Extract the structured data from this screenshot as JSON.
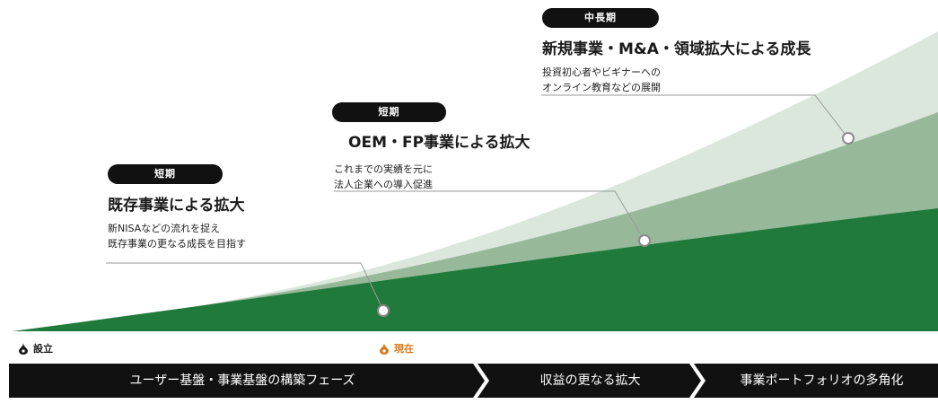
{
  "milestones": [
    {
      "badge": "短期",
      "heading": "既存事業による拡大",
      "desc_line1": "新NISAなどの流れを捉え",
      "desc_line2": "既存事業の更なる成長を目指す"
    },
    {
      "badge": "短期",
      "heading": "OEM・FP事業による拡大",
      "desc_line1": "これまでの実績を元に",
      "desc_line2": "法人企業への導入促進"
    },
    {
      "badge": "中長期",
      "heading": "新規事業・M&A・領域拡大による成長",
      "desc_line1": "投資初心者やビギナーへの",
      "desc_line2": "オンライン教育などの展開"
    }
  ],
  "markers": {
    "founding": "設立",
    "current": "現在"
  },
  "phases": [
    "ユーザー基盤・事業基盤の構築フェーズ",
    "収益の更なる拡大",
    "事業ポートフォリオの多角化"
  ],
  "colors": {
    "dark_green": "#1f7a3c",
    "mid_green": "#97b99a",
    "light_green": "#dbe7dc",
    "bar": "#111111",
    "accent_orange": "#d97a1e"
  }
}
